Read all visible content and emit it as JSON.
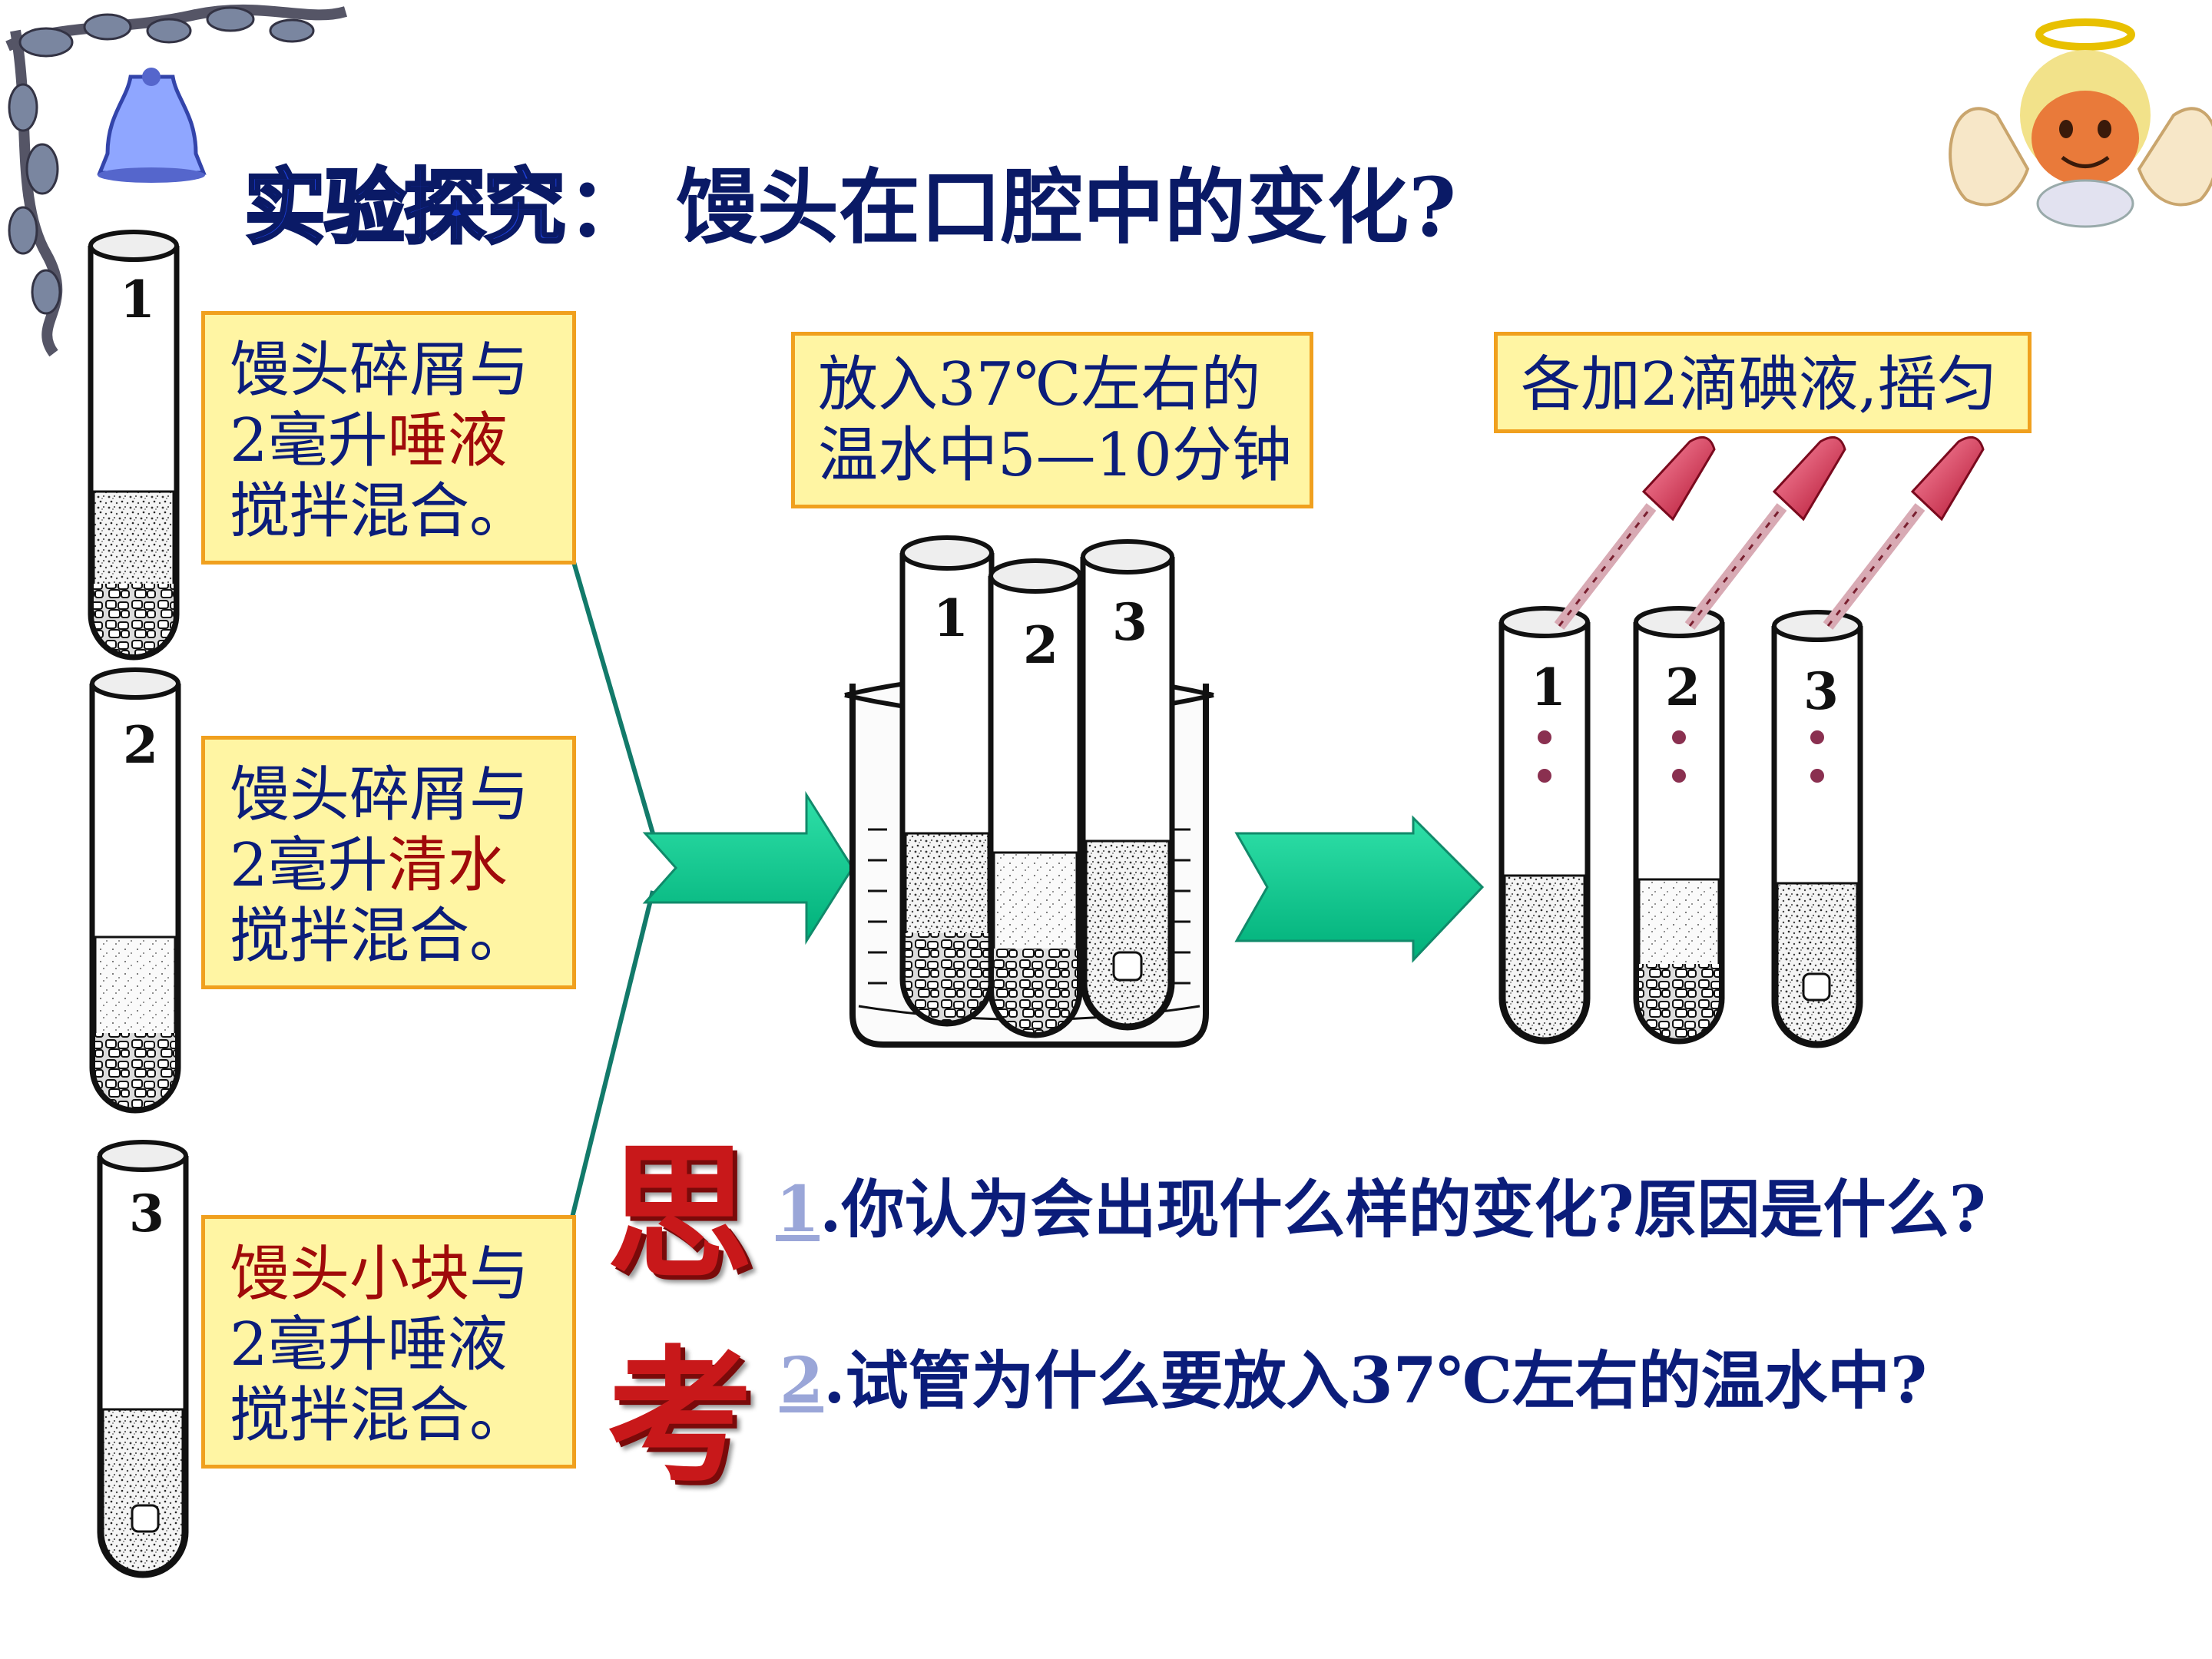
{
  "title": {
    "emphasis": "实验探究",
    "separator": "：",
    "question": "馒头在口腔中的变化?"
  },
  "steps": [
    {
      "lines": [
        "馒头碎屑与",
        "2毫升",
        "搅拌混合。"
      ],
      "highlight": "唾液",
      "highlight_line": 1,
      "highlight_color": "#a00a0a"
    },
    {
      "lines": [
        "馒头碎屑与",
        "2毫升",
        "搅拌混合。"
      ],
      "highlight": "清水",
      "highlight_line": 1,
      "highlight_color": "#a00a0a"
    },
    {
      "lines": [
        "馒头小块与",
        "2毫升唾液",
        "搅拌混合。"
      ],
      "highlight": "馒头小块",
      "highlight_line": 0,
      "highlight_color": "#a00a0a"
    }
  ],
  "step1_tail": "与",
  "step3_tail": "与",
  "warm_box": {
    "line1": "放入37℃左右的",
    "line2": "温水中5—10分钟"
  },
  "iodine_box": {
    "text": "各加2滴碘液,摇匀"
  },
  "tube_labels": [
    "1",
    "2",
    "3"
  ],
  "think": {
    "char1": "思",
    "char2": "考"
  },
  "questions": [
    {
      "num": "1",
      "text": ".你认为会出现什么样的变化?原因是什么?"
    },
    {
      "num": "2",
      "text": ".试管为什么要放入37℃左右的温水中?"
    }
  ],
  "colors": {
    "box_fill": "#fff5a3",
    "box_border": "#f0a01e",
    "arrow": "#00c28a",
    "text": "#0b1d7a"
  },
  "icons": [
    "bell-icon",
    "angel-icon",
    "test-tube-icon",
    "beaker-icon",
    "dropper-icon",
    "arrow-icon"
  ]
}
